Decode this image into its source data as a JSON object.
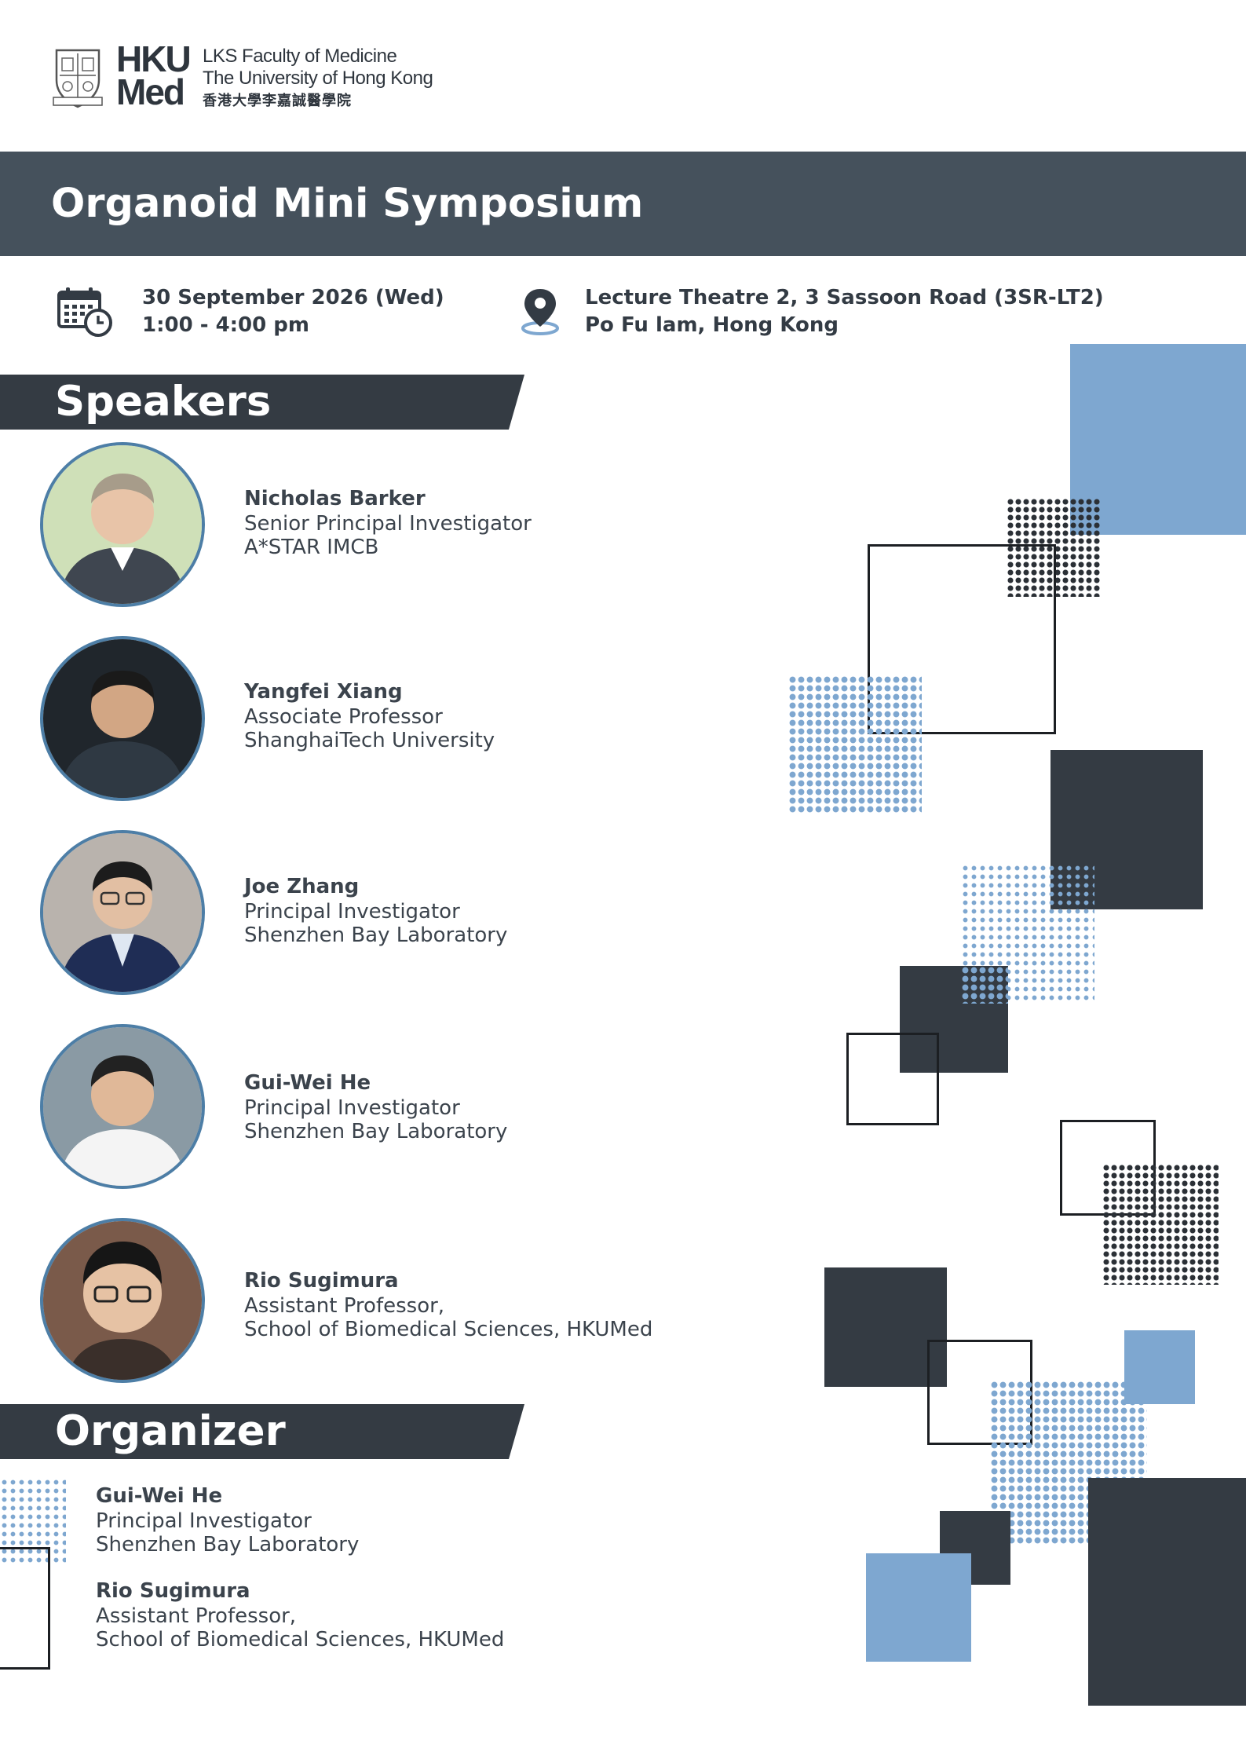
{
  "header": {
    "logo_hku": "HKU",
    "logo_med": "Med",
    "faculty_line1": "LKS Faculty of Medicine",
    "faculty_line2": "The University of Hong Kong",
    "faculty_chinese": "香港大學李嘉誠醫學院"
  },
  "event": {
    "title": "Organoid Mini Symposium",
    "date": "30 September 2026 (Wed)",
    "time": "1:00 - 4:00 pm",
    "venue_line1": "Lecture Theatre 2, 3 Sassoon Road (3SR-LT2)",
    "venue_line2": "Po Fu lam, Hong Kong"
  },
  "speakers_heading": "Speakers",
  "speakers": [
    {
      "name": "Nicholas Barker",
      "role": "Senior Principal Investigator",
      "affiliation": "A*STAR IMCB"
    },
    {
      "name": "Yangfei Xiang",
      "role": "Associate Professor",
      "affiliation": "ShanghaiTech University"
    },
    {
      "name": "Joe Zhang",
      "role": "Principal Investigator",
      "affiliation": "Shenzhen Bay Laboratory"
    },
    {
      "name": "Gui-Wei He",
      "role": "Principal Investigator",
      "affiliation": "Shenzhen Bay Laboratory"
    },
    {
      "name": "Rio Sugimura",
      "role": "Assistant Professor,",
      "affiliation": "School of Biomedical Sciences, HKUMed"
    }
  ],
  "organizer_heading": "Organizer",
  "organizers": [
    {
      "name": "Gui-Wei He",
      "role": "Principal Investigator",
      "affiliation": "Shenzhen Bay Laboratory"
    },
    {
      "name": "Rio Sugimura",
      "role": "Assistant Professor,",
      "affiliation": "School of Biomedical Sciences, HKUMed"
    }
  ],
  "colors": {
    "dark_slate": "#343b43",
    "title_band": "#45515c",
    "accent_blue": "#7ea7d0",
    "avatar_border": "#4d7ea6"
  },
  "icons": {
    "calendar": "calendar-clock-icon",
    "location": "location-pin-icon",
    "crest": "university-crest-icon"
  }
}
